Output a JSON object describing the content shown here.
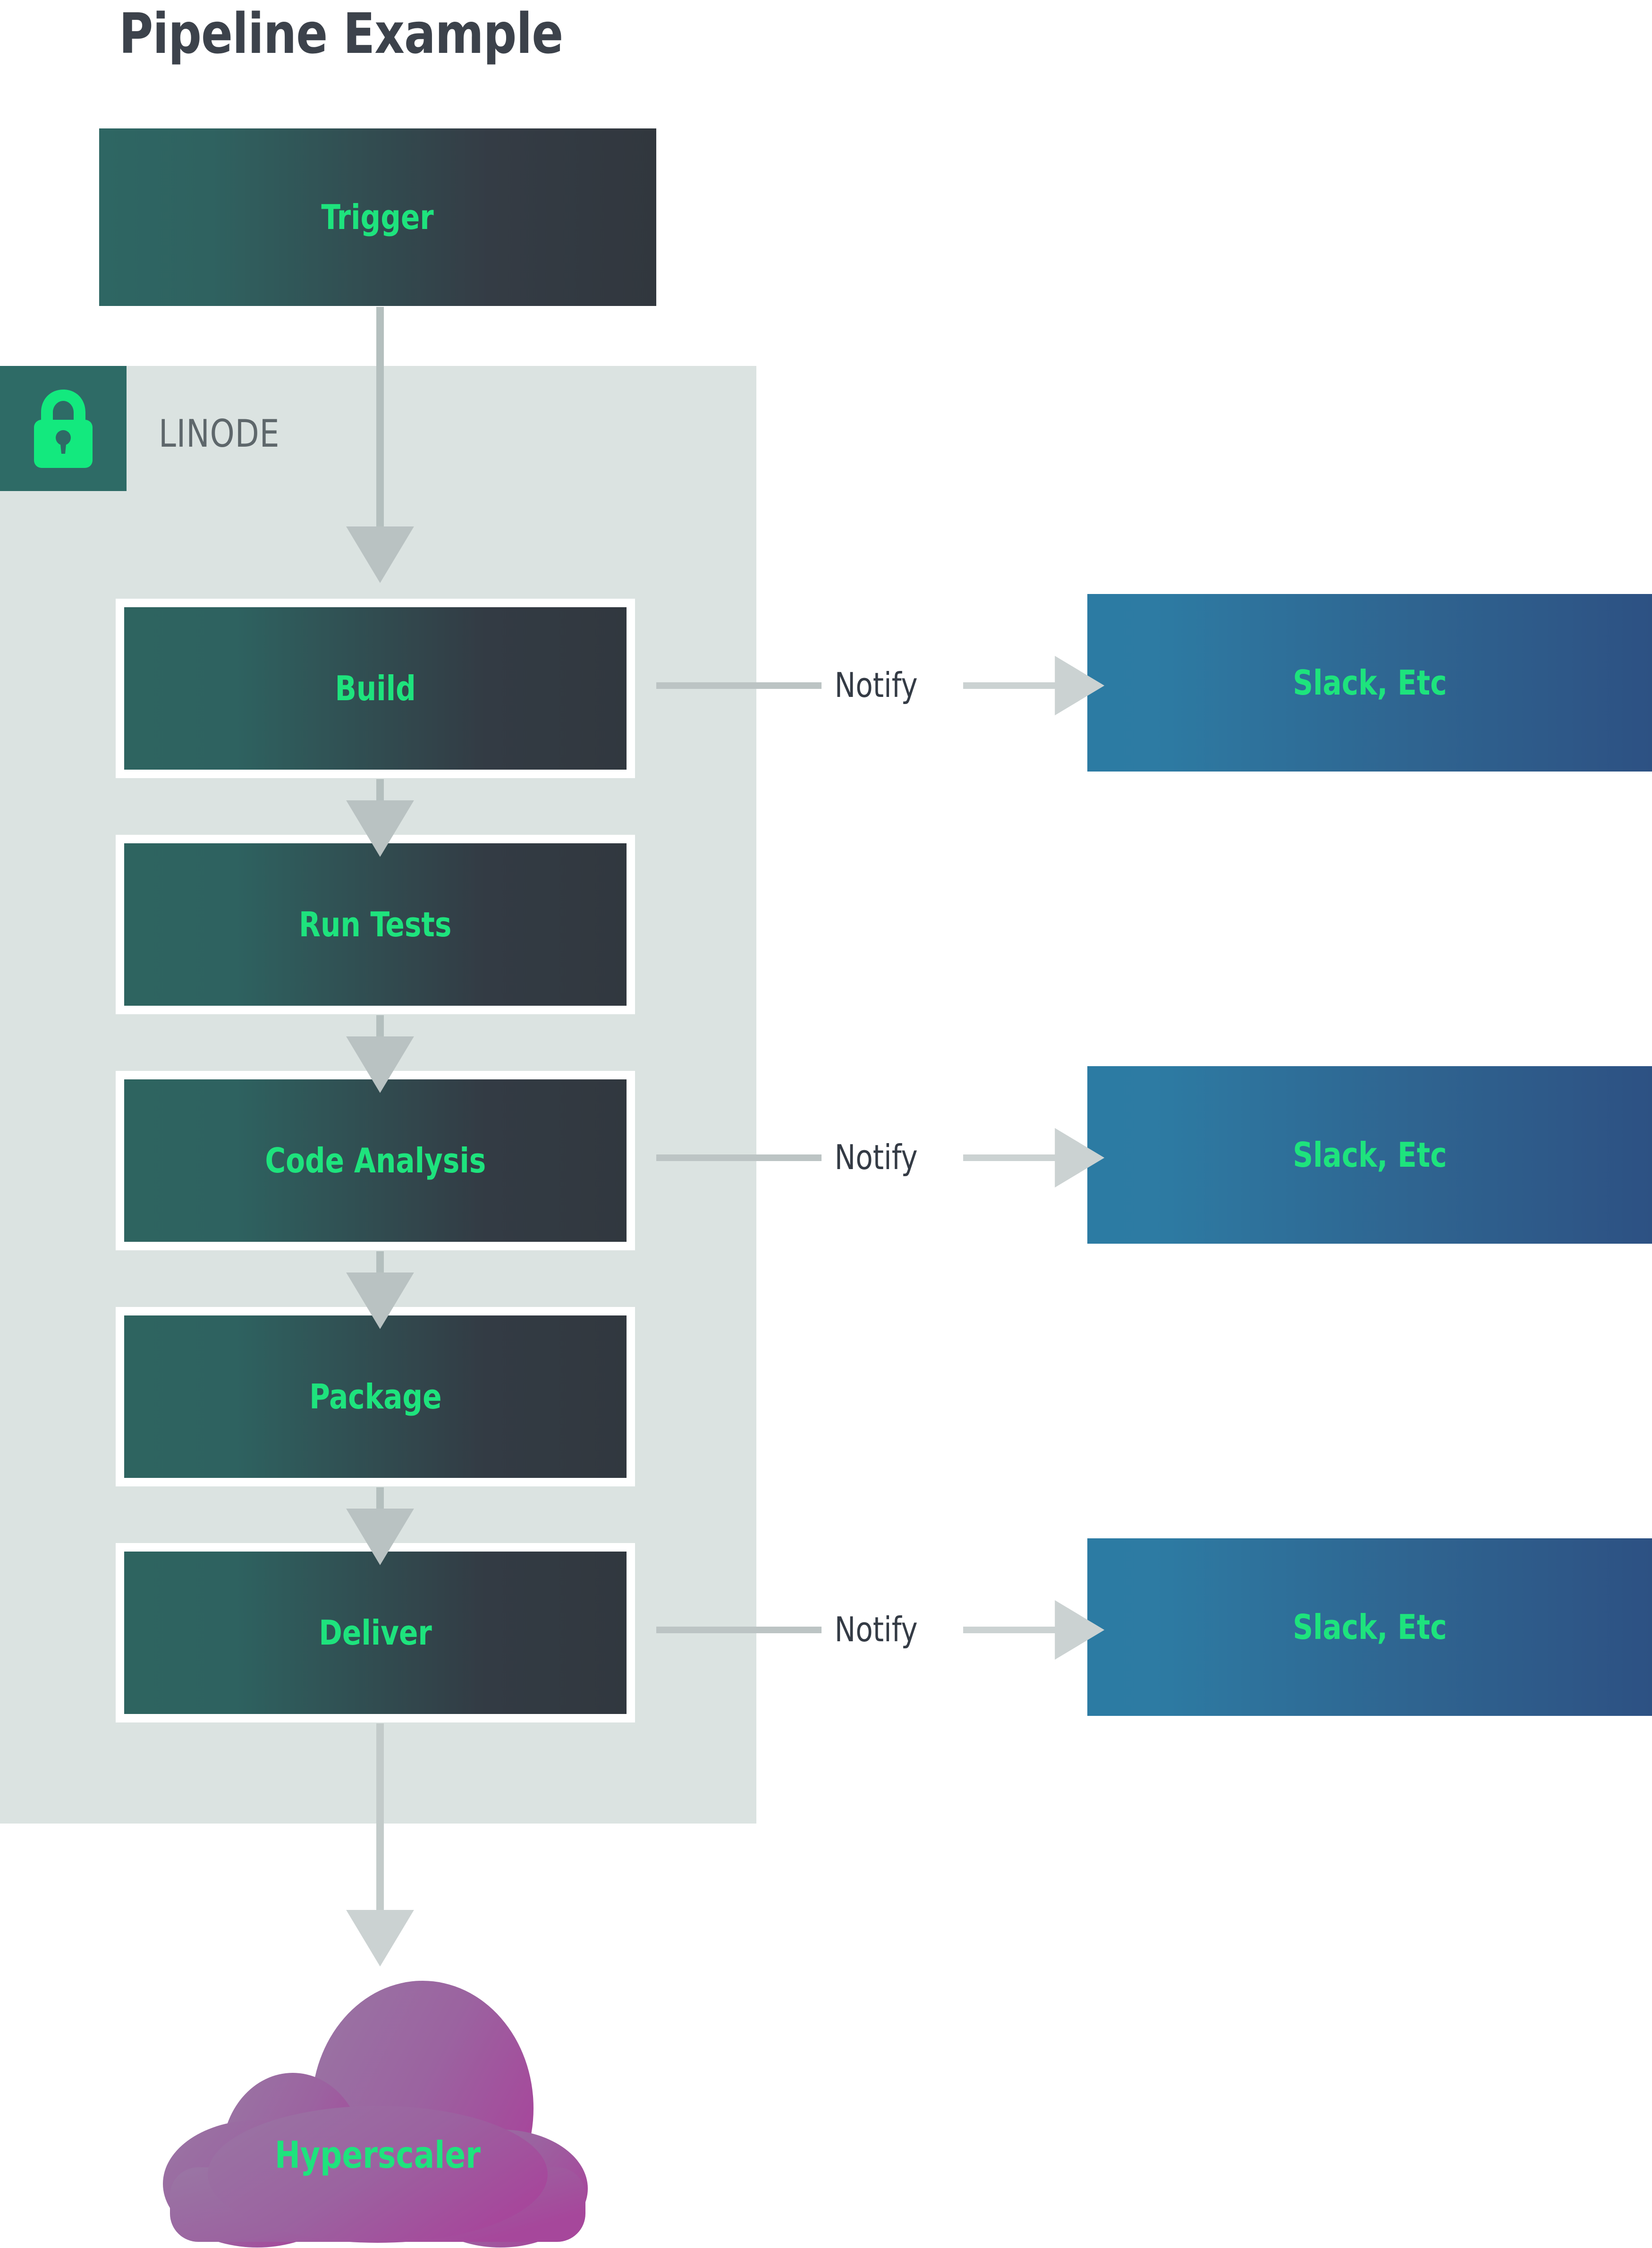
{
  "title": "Pipeline Example",
  "zone": {
    "name": "LINODE",
    "icon": "lock-icon"
  },
  "trigger": {
    "label": "Trigger"
  },
  "stages": [
    {
      "label": "Build"
    },
    {
      "label": "Run Tests"
    },
    {
      "label": "Code Analysis"
    },
    {
      "label": "Package"
    },
    {
      "label": "Deliver"
    }
  ],
  "notifications": [
    {
      "connector_label": "Notify",
      "target_label": "Slack, Etc"
    },
    {
      "connector_label": "Notify",
      "target_label": "Slack, Etc"
    },
    {
      "connector_label": "Notify",
      "target_label": "Slack, Etc"
    }
  ],
  "cloud": {
    "label": "Hyperscaler"
  },
  "colors": {
    "accent_green": "#1ee37d",
    "zone_background": "#dbe3e1",
    "lock_square": "#2e6b66",
    "stage_gradient_start": "#2e6460",
    "stage_gradient_end": "#31383f",
    "notify_gradient_start": "#2c7ba3",
    "notify_gradient_end": "#2d5183",
    "cloud_gradient_start": "#9a76a4",
    "cloud_gradient_end": "#a14a9a",
    "arrow_gray": "#bcc4c4",
    "title_text": "#3c424b",
    "zone_label_text": "#5e676b"
  }
}
